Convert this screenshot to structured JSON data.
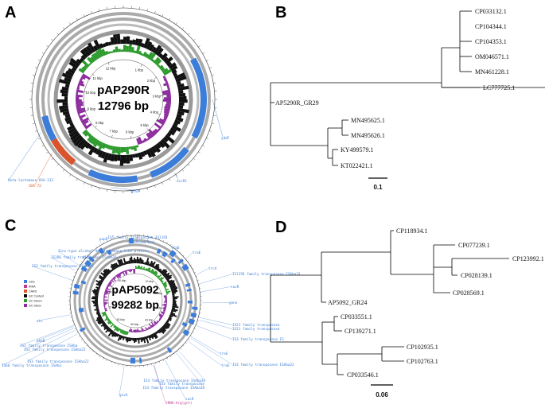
{
  "panels": {
    "a": {
      "label": "A",
      "plasmid_name": "pAP290R",
      "plasmid_size": "12796 bp",
      "kbp_ticks": [
        "1 kbp",
        "2 kbp",
        "3 kbp",
        "4 kbp",
        "5 kbp",
        "6 kbp",
        "7 kbp",
        "8 kbp",
        "9 kbp",
        "10 kbp",
        "11 kbp",
        "12 kbp"
      ],
      "genes": [
        {
          "label": "yddF",
          "color": "#3b7dd8"
        },
        {
          "label": "accR1",
          "color": "#3b7dd8"
        },
        {
          "label": "gcvA",
          "color": "#3b7dd8"
        },
        {
          "label": "OXA-72",
          "color": "#d9542c"
        },
        {
          "label": "Beta-lactamase OXA-133",
          "color": "#3b7dd8"
        }
      ]
    },
    "b": {
      "label": "B",
      "tips": [
        "CP033132.1",
        "CP104344.1",
        "CP104353.1",
        "OM046571.1",
        "MN461228.1",
        "LC777725.1",
        "AP5290R_GR29",
        "MN495625.1",
        "MN495626.1",
        "KY499579.1",
        "KT022421.1"
      ],
      "scale": "0.1"
    },
    "c": {
      "label": "C",
      "plasmid_name": "pAP5092",
      "plasmid_size": "99282 bp",
      "legend": [
        {
          "label": "CDS",
          "color": "#3b7dd8"
        },
        {
          "label": "tRNA",
          "color": "#c0398f"
        },
        {
          "label": "CARD",
          "color": "#d9542c"
        },
        {
          "label": "GC Content",
          "color": "#000000"
        },
        {
          "label": "GC Skew+",
          "color": "#2e9b2e"
        },
        {
          "label": "GC Skew-",
          "color": "#8c2b9e"
        }
      ],
      "genes": [
        {
          "label": "IS5 family transposase ISl193",
          "color": "#3b7dd8"
        },
        {
          "label": "CreAtive6",
          "color": "#3b7dd8"
        },
        {
          "label": "Zinc-type alcohol dehydrogenase-like protein",
          "color": "#3b7dd8"
        },
        {
          "label": "IS1R6 family transposase ISAba16",
          "color": "#3b7dd8"
        },
        {
          "label": "IS3 family transposase ISecop5",
          "color": "#3b7dd8"
        },
        {
          "label": "ISl256 family transposase ISAba33",
          "color": "#3b7dd8"
        },
        {
          "label": "IS21 family transposase",
          "color": "#3b7dd8"
        },
        {
          "label": "IS21 family transposase",
          "color": "#3b7dd8"
        },
        {
          "label": "IS3 family transposase IS",
          "color": "#3b7dd8"
        },
        {
          "label": "IS3 family transposase ISAba22",
          "color": "#3b7dd8"
        },
        {
          "label": "IS3 family transposase ISAba",
          "color": "#3b7dd8"
        },
        {
          "label": "IS3 family transposase ISAba22",
          "color": "#3b7dd8"
        },
        {
          "label": "IS66 family transposase ISAba",
          "color": "#3b7dd8"
        },
        {
          "label": "IS3 family transposase ISAba22",
          "color": "#3b7dd8"
        },
        {
          "label": "IS3 family transposase ISAba34",
          "color": "#3b7dd8"
        },
        {
          "label": "IS3 family transposase",
          "color": "#3b7dd8"
        },
        {
          "label": "IS3 family transposase ISAba34",
          "color": "#3b7dd8"
        },
        {
          "label": "tRNA-Arg(gct)",
          "color": "#c0398f"
        },
        {
          "label": "sucR",
          "color": "#3b7dd8"
        },
        {
          "label": "gene",
          "color": "#3b7dd8"
        },
        {
          "label": "trcA",
          "color": "#3b7dd8"
        },
        {
          "label": "traE",
          "color": "#3b7dd8"
        },
        {
          "label": "traD",
          "color": "#3b7dd8"
        },
        {
          "label": "traL",
          "color": "#3b7dd8"
        },
        {
          "label": "traG",
          "color": "#3b7dd8"
        },
        {
          "label": "traE",
          "color": "#3b7dd8"
        },
        {
          "label": "papR",
          "color": "#3b7dd8"
        },
        {
          "label": "fldB",
          "color": "#3b7dd8"
        },
        {
          "label": "phoB",
          "color": "#3b7dd8"
        },
        {
          "label": "gcvA",
          "color": "#3b7dd8"
        },
        {
          "label": "sucR",
          "color": "#3b7dd8"
        },
        {
          "label": "xtc",
          "color": "#3b7dd8"
        }
      ],
      "kbp_ticks": [
        "10 kbp",
        "20 kbp",
        "30 kbp",
        "40 kbp",
        "50 kbp",
        "60 kbp",
        "70 kbp",
        "80 kbp",
        "90 kbp"
      ]
    },
    "d": {
      "label": "D",
      "tips": [
        "CP118934.1",
        "CP077239.1",
        "CP123992.1",
        "CP028139.1",
        "CP028569.1",
        "AP5092_GR24",
        "CP033551.1",
        "CP139271.1",
        "CP102935.1",
        "CP102763.1",
        "CP033546.1"
      ],
      "scale": "0.06"
    }
  }
}
